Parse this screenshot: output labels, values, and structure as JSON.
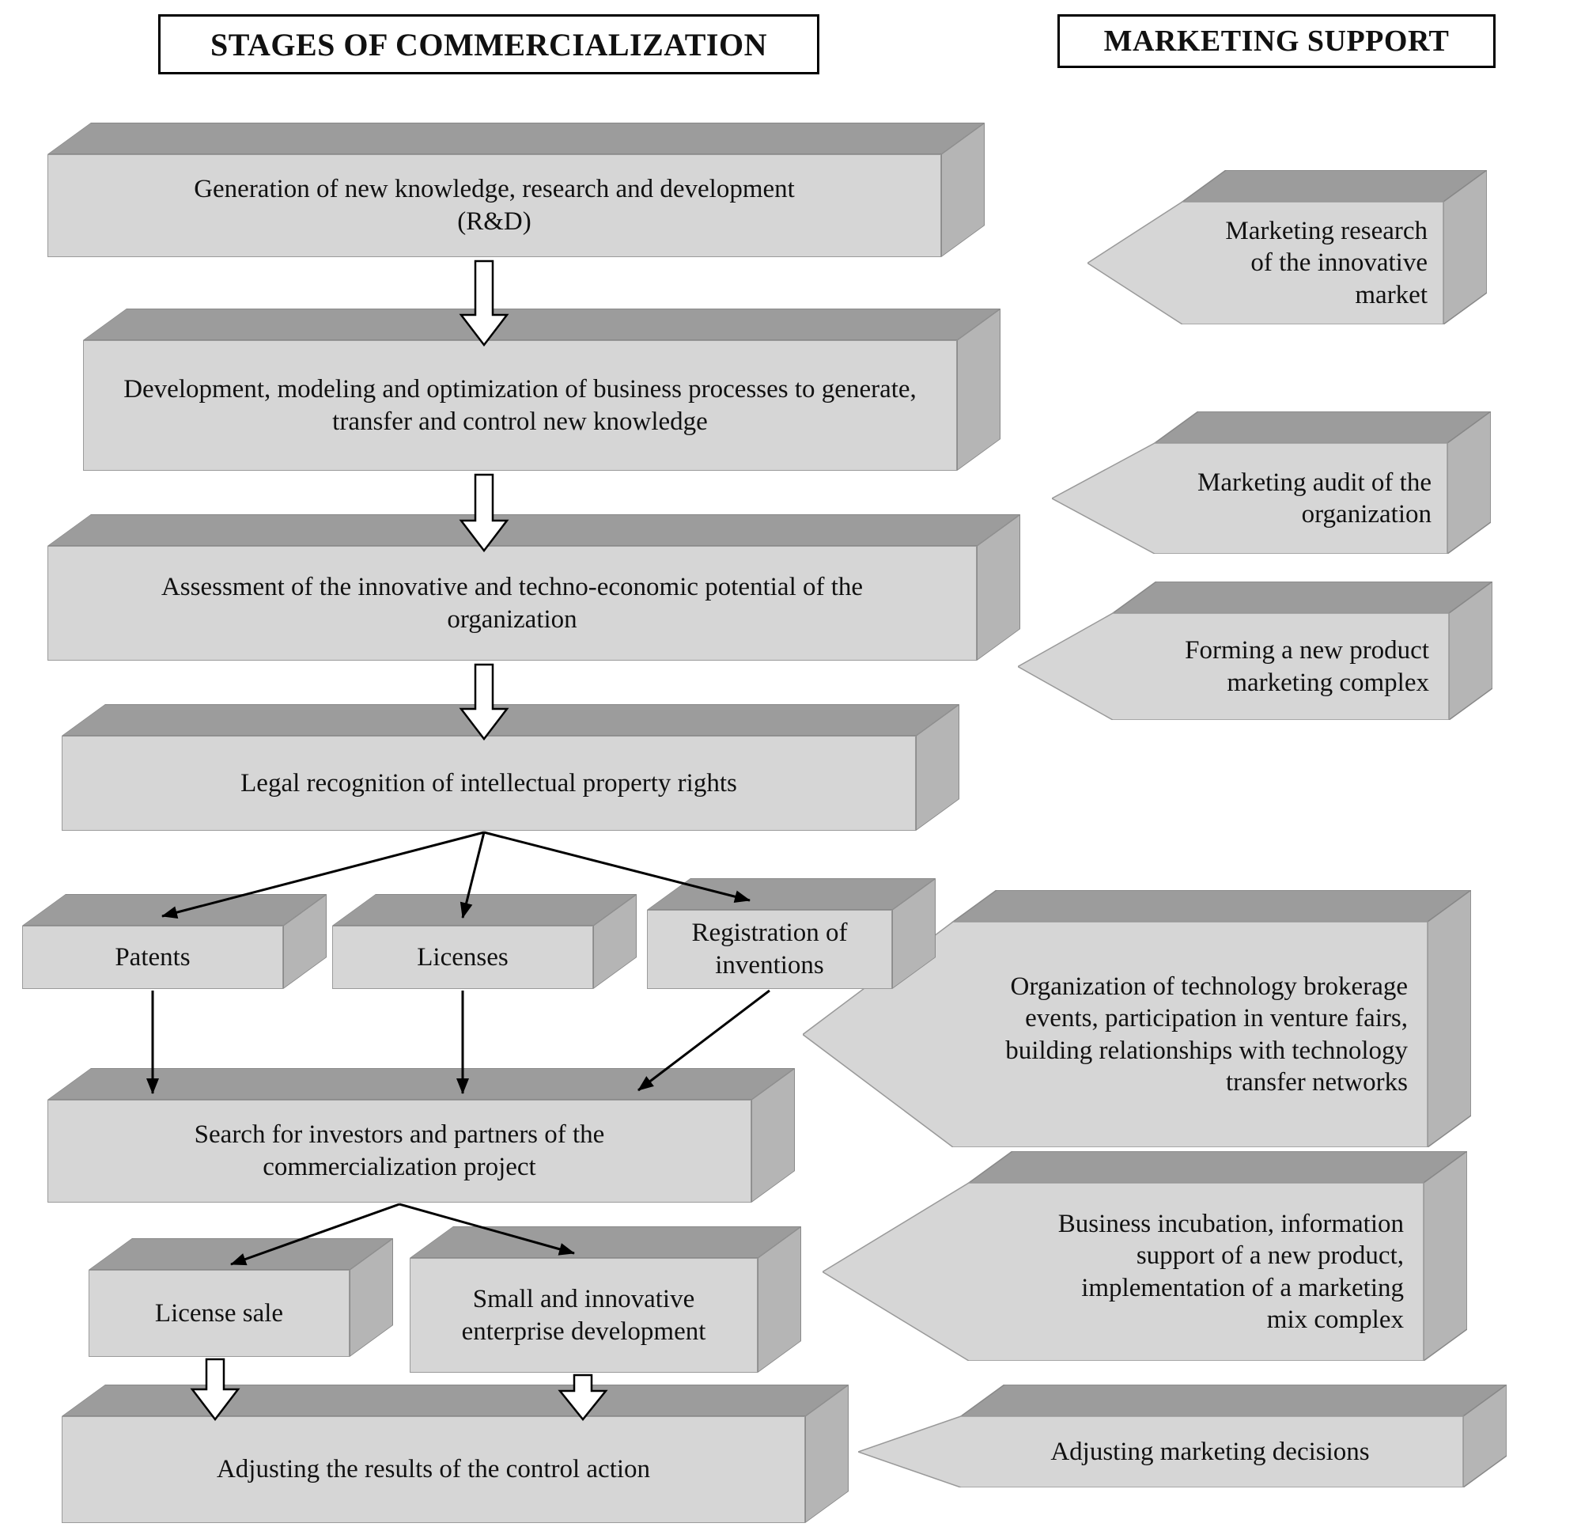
{
  "headers": {
    "left": "STAGES OF COMMERCIALIZATION",
    "right": "MARKETING SUPPORT"
  },
  "stages": {
    "generation": "Generation of new knowledge, research and development (R&D)",
    "development": "Development, modeling and optimization of business processes to generate, transfer and control new knowledge",
    "assessment": "Assessment of the innovative and techno-economic potential of the organization",
    "legal": "Legal recognition of intellectual property rights",
    "patents": "Patents",
    "licenses": "Licenses",
    "registration": "Registration of inventions",
    "search": "Search for investors and partners of the commercialization project",
    "license_sale": "License sale",
    "small_enterprise": "Small and innovative enterprise development",
    "adjusting": "Adjusting the results of the control action"
  },
  "marketing": {
    "research": "Marketing research of the innovative market",
    "audit": "Marketing audit of the organization",
    "forming": "Forming a new product marketing complex",
    "brokerage": "Organization of technology brokerage events, participation in venture fairs, building relationships with technology transfer networks",
    "incubation": "Business incubation, information support of a new product, implementation of a marketing mix complex",
    "adjusting": "Adjusting marketing decisions"
  },
  "connections": [
    {
      "from": "generation",
      "to": "development",
      "style": "hollow-arrow"
    },
    {
      "from": "development",
      "to": "assessment",
      "style": "hollow-arrow"
    },
    {
      "from": "assessment",
      "to": "legal",
      "style": "hollow-arrow"
    },
    {
      "from": "legal",
      "to": "patents",
      "style": "thin-arrow"
    },
    {
      "from": "legal",
      "to": "licenses",
      "style": "thin-arrow"
    },
    {
      "from": "legal",
      "to": "registration",
      "style": "thin-arrow"
    },
    {
      "from": "patents",
      "to": "search",
      "style": "thin-arrow"
    },
    {
      "from": "licenses",
      "to": "search",
      "style": "thin-arrow"
    },
    {
      "from": "registration",
      "to": "search",
      "style": "thin-arrow"
    },
    {
      "from": "search",
      "to": "license_sale",
      "style": "thin-arrow"
    },
    {
      "from": "search",
      "to": "small_enterprise",
      "style": "thin-arrow"
    },
    {
      "from": "license_sale",
      "to": "adjusting",
      "style": "hollow-arrow"
    },
    {
      "from": "small_enterprise",
      "to": "adjusting",
      "style": "hollow-arrow"
    }
  ],
  "colors": {
    "box_front": "#d6d6d6",
    "box_top": "#9c9c9c",
    "box_side": "#b5b5b5",
    "outline": "#000000",
    "background": "#ffffff"
  }
}
